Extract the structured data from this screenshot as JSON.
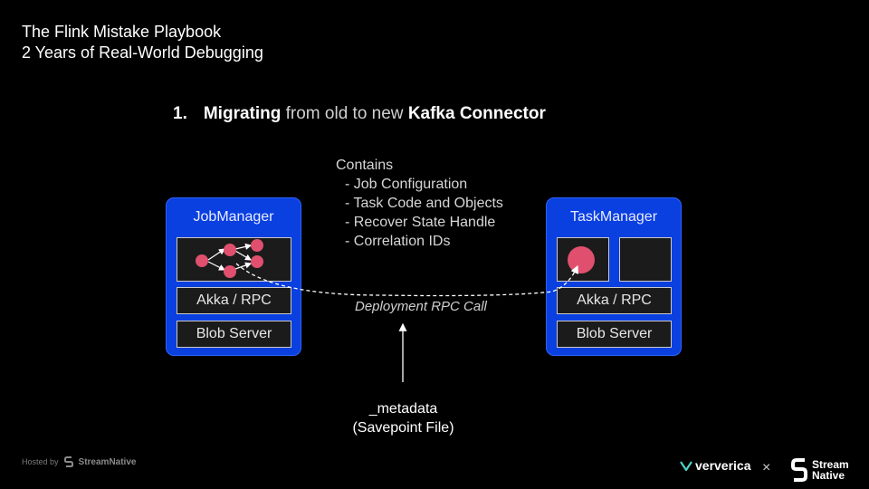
{
  "slide": {
    "title": "The Flink Mistake Playbook",
    "subtitle": "2 Years of Real-World Debugging",
    "heading": {
      "number": "1.",
      "part1": "Migrating",
      "part2": " from old to new ",
      "part3": "Kafka Connector"
    }
  },
  "contains": {
    "label": "Contains",
    "items": [
      "- Job Configuration",
      "- Task Code and Objects",
      "- Recover State Handle",
      "- Correlation IDs"
    ]
  },
  "jobmanager": {
    "title": "JobManager",
    "rpc": "Akka / RPC",
    "blob": "Blob Server"
  },
  "taskmanager": {
    "title": "TaskManager",
    "rpc": "Akka / RPC",
    "blob": "Blob Server"
  },
  "deployment_label": "Deployment RPC Call",
  "metadata": {
    "line1": "_metadata",
    "line2": "(Savepoint File)"
  },
  "footer": {
    "hosted_by": "Hosted by",
    "hosted_brand": "StreamNative",
    "ververica": "ververica",
    "times": "×",
    "stream": "Stream",
    "native": "Native"
  },
  "colors": {
    "panel": "#0a3fe0",
    "node": "#e0506e",
    "background": "#000000"
  }
}
